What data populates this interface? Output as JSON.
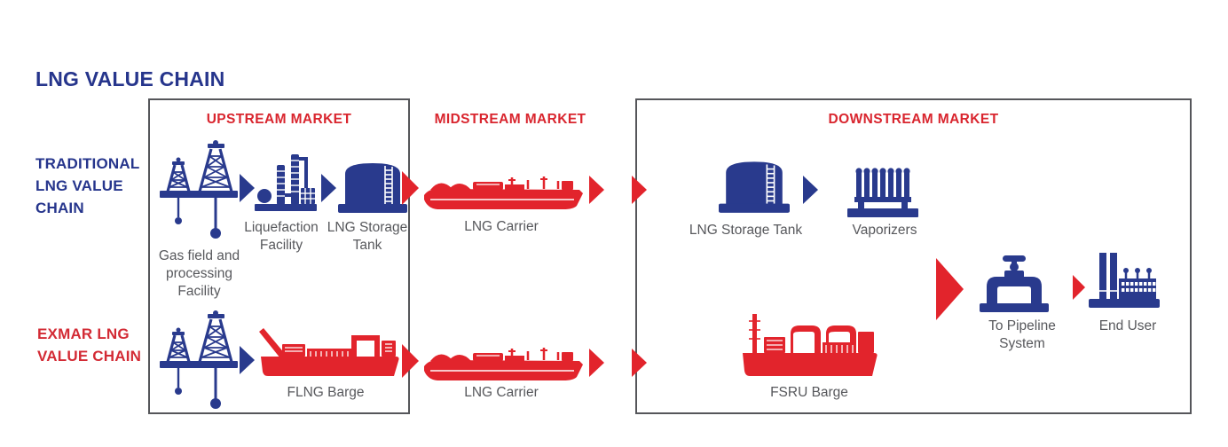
{
  "title": "LNG VALUE CHAIN",
  "colors": {
    "brand_blue": "#293A8D",
    "brand_red": "#E2242C",
    "header_red": "#D9252E",
    "row_label_blue": "#26358C",
    "row_label_red": "#D32B35",
    "node_label_gray": "#57585C",
    "box_border": "#55565A"
  },
  "rows": {
    "traditional": {
      "label": "TRADITIONAL LNG VALUE CHAIN"
    },
    "exmar": {
      "label": "EXMAR LNG VALUE CHAIN"
    }
  },
  "sections": {
    "upstream": {
      "header": "UPSTREAM MARKET"
    },
    "midstream": {
      "header": "MIDSTREAM MARKET"
    },
    "downstream": {
      "header": "DOWNSTREAM MARKET"
    }
  },
  "nodes": {
    "gas_field": {
      "label": "Gas field and processing Facility"
    },
    "liquefaction": {
      "label": "Liquefaction Facility"
    },
    "storage_upstream": {
      "label": "LNG Storage Tank"
    },
    "carrier_top": {
      "label": "LNG Carrier"
    },
    "storage_downstream": {
      "label": "LNG Storage Tank"
    },
    "vaporizers": {
      "label": "Vaporizers"
    },
    "pipeline": {
      "label": "To Pipeline System"
    },
    "end_user": {
      "label": "End User"
    },
    "flng": {
      "label": "FLNG Barge"
    },
    "carrier_bottom": {
      "label": "LNG Carrier"
    },
    "fsru": {
      "label": "FSRU Barge"
    }
  },
  "icons": {
    "gas_field": "drilling-rig-platform",
    "liquefaction": "processing-plant",
    "storage_tank": "dome-tank-with-ladder",
    "lng_carrier": "red-ship",
    "vaporizers": "finned-radiator",
    "pipeline_valve": "pipe-valve",
    "end_user": "factory",
    "flng_barge": "red-barge-with-flare-boom",
    "fsru_barge": "red-barge-with-flare-tower",
    "flow_arrow": "right-triangle"
  }
}
